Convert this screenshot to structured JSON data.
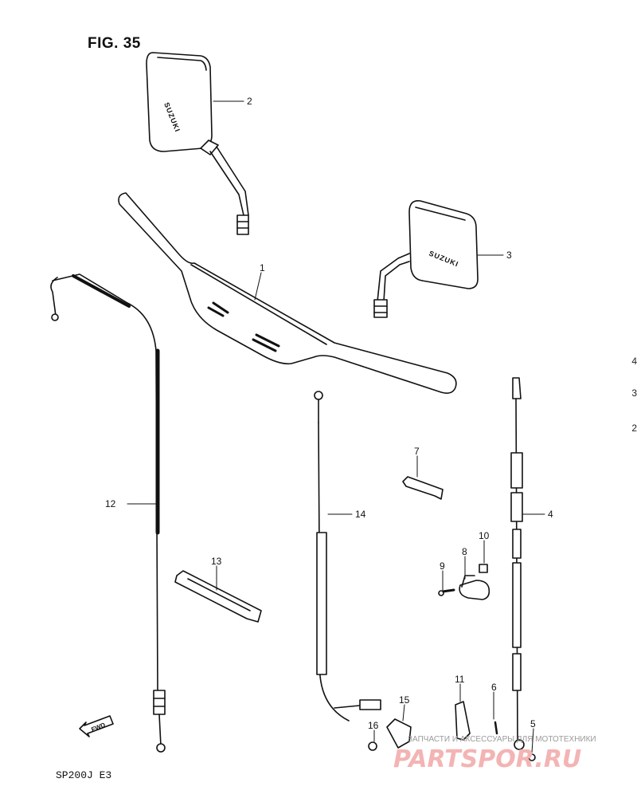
{
  "figure": {
    "title": "FIG. 35",
    "model": "SP200J  E3"
  },
  "parts": [
    {
      "num": "1"
    },
    {
      "num": "2"
    },
    {
      "num": "3"
    },
    {
      "num": "4"
    },
    {
      "num": "5"
    },
    {
      "num": "6"
    },
    {
      "num": "7"
    },
    {
      "num": "8"
    },
    {
      "num": "9"
    },
    {
      "num": "10"
    },
    {
      "num": "11"
    },
    {
      "num": "12"
    },
    {
      "num": "13"
    },
    {
      "num": "14"
    },
    {
      "num": "15"
    },
    {
      "num": "16"
    }
  ],
  "mirror_brand": "SUZUKI",
  "fwd_marker": "FWD",
  "watermark": {
    "main": "PARTSPOR.RU",
    "sub": "ЗАПЧАСТИ И АКСЕССУАРЫ ДЛЯ МОТОТЕХНИКИ"
  },
  "edge_numbers": [
    "4",
    "3",
    "2"
  ]
}
